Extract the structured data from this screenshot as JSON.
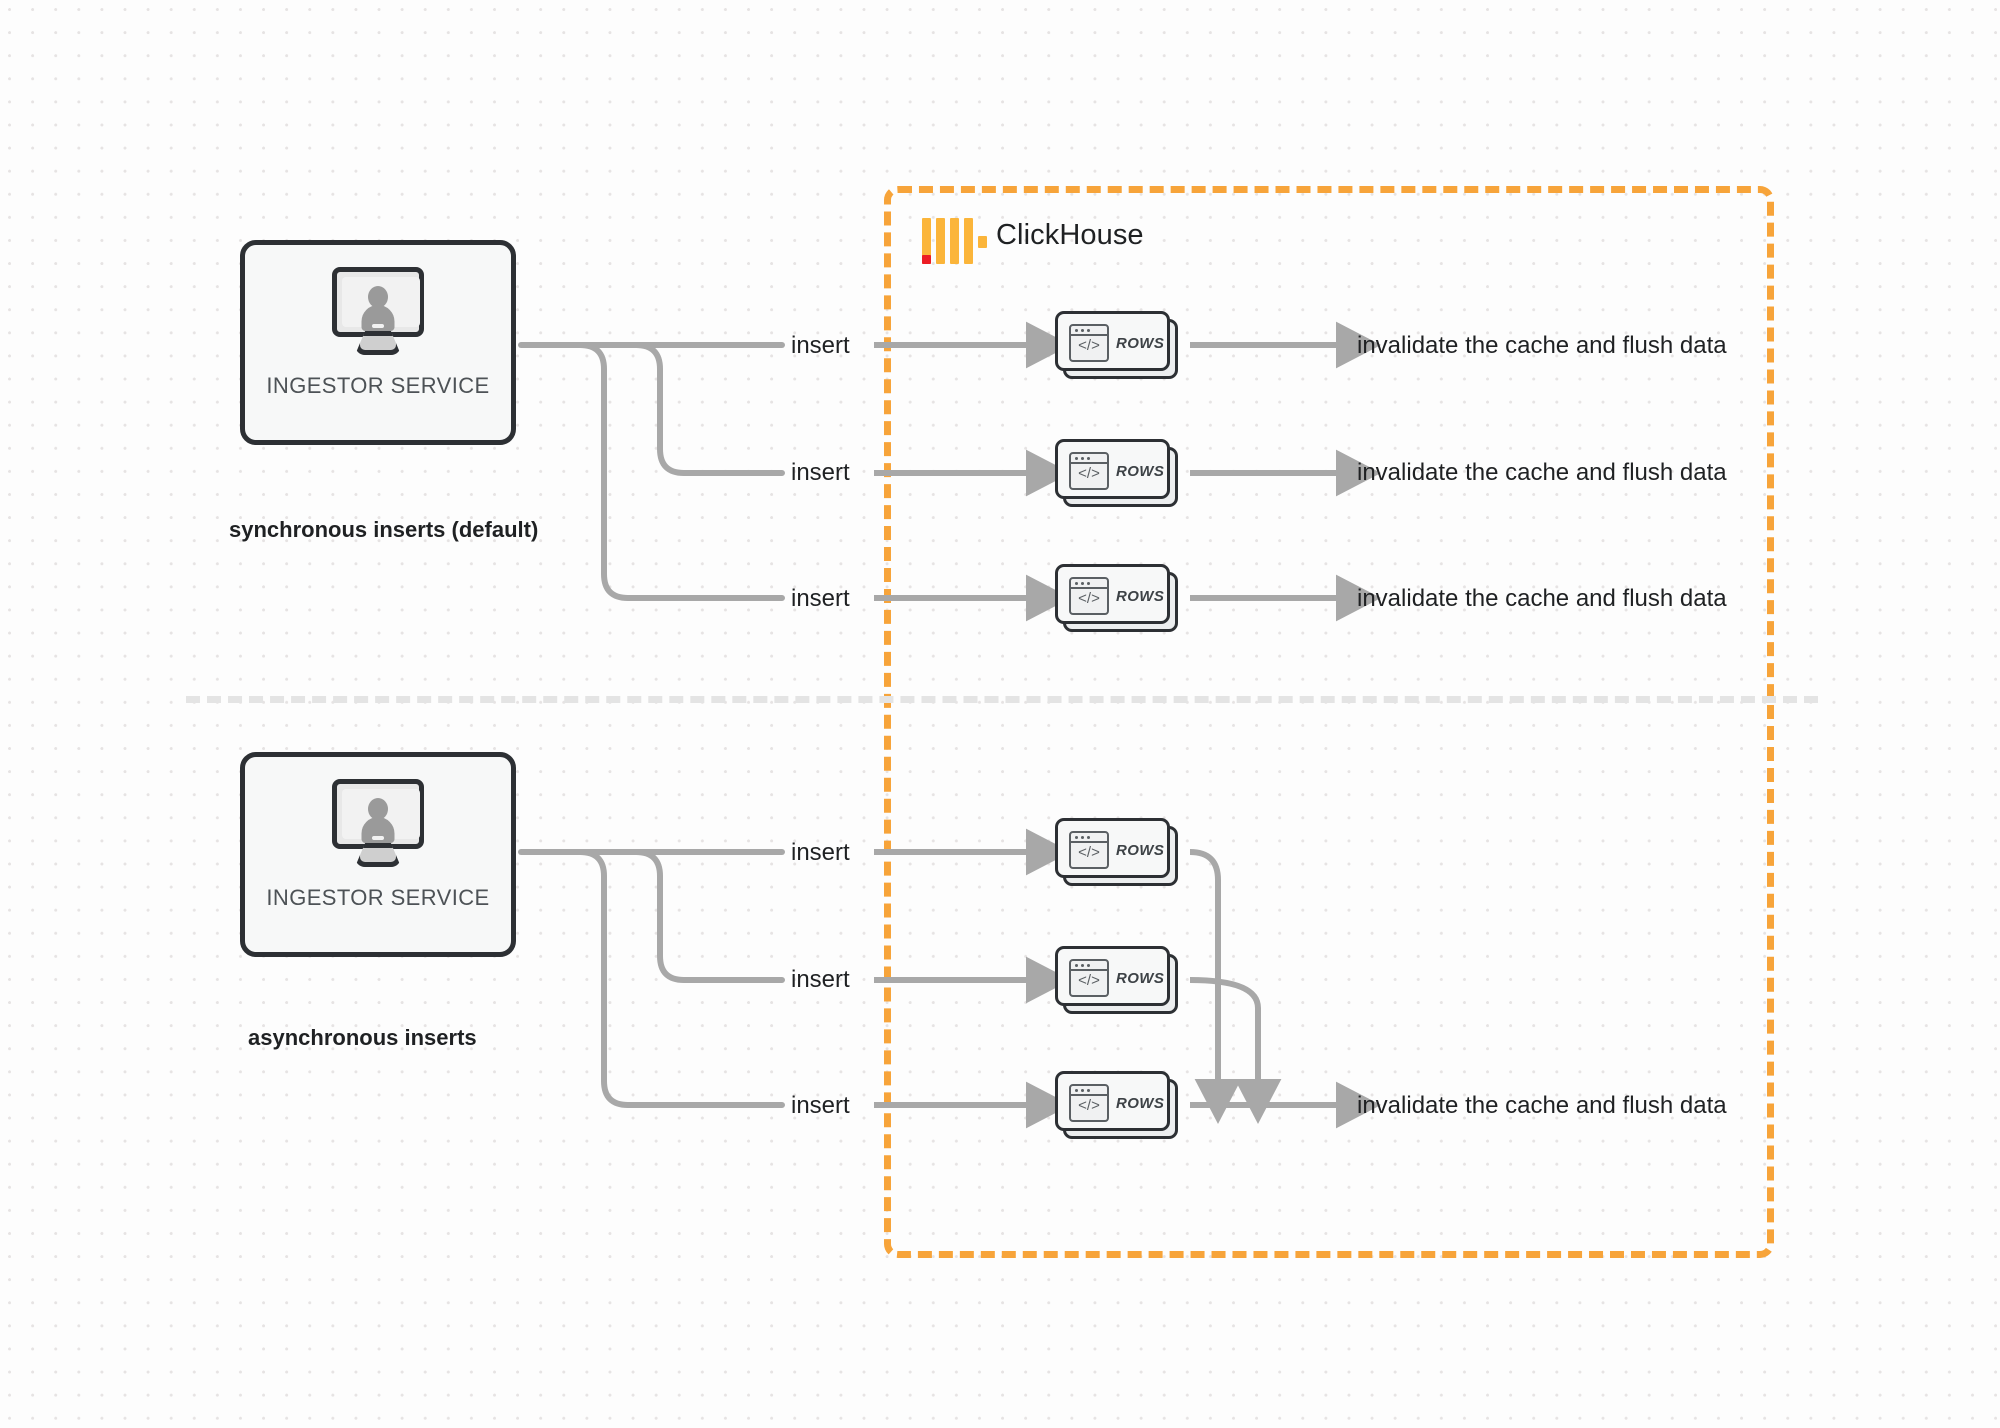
{
  "diagram": {
    "title": "ClickHouse synchronous vs asynchronous inserts",
    "colors": {
      "accent_orange": "#f7a43a",
      "logo_orange": "#fbb53a",
      "logo_red": "#ec1c24",
      "wire_gray": "#a8a8a8",
      "node_border": "#2d3034",
      "text": "#1f2123",
      "divider": "#e4e4e4",
      "canvas": "#fdfdfd"
    }
  },
  "clickhouse": {
    "label": "ClickHouse",
    "logo_icon": "clickhouse-logo-icon"
  },
  "sections": [
    {
      "id": "synchronous",
      "label": "synchronous inserts (default)",
      "service": {
        "label": "INGESTOR SERVICE",
        "icon": "monitor-user-icon"
      },
      "flows": [
        {
          "insert_label": "insert",
          "node_label": "ROWS",
          "result_label": "invalidate the cache and flush data"
        },
        {
          "insert_label": "insert",
          "node_label": "ROWS",
          "result_label": "invalidate the cache and flush data"
        },
        {
          "insert_label": "insert",
          "node_label": "ROWS",
          "result_label": "invalidate the cache and flush data"
        }
      ]
    },
    {
      "id": "asynchronous",
      "label": "asynchronous inserts",
      "service": {
        "label": "INGESTOR SERVICE",
        "icon": "monitor-user-icon"
      },
      "flows": [
        {
          "insert_label": "insert",
          "node_label": "ROWS"
        },
        {
          "insert_label": "insert",
          "node_label": "ROWS"
        },
        {
          "insert_label": "insert",
          "node_label": "ROWS"
        }
      ],
      "merged_result_label": "invalidate the cache and flush data"
    }
  ],
  "node_icon": {
    "code_glyph": "</>"
  }
}
